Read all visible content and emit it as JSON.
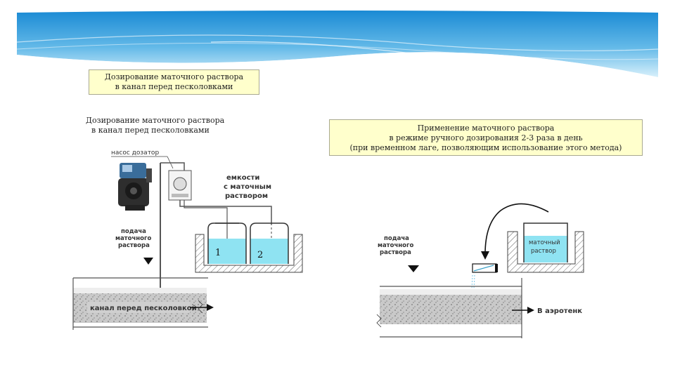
{
  "slide": {
    "colors": {
      "sky_top": "#1a8ad4",
      "sky_light": "#bfe3f6",
      "note_fill": "#ffffcc",
      "water": "#8fe3f2"
    },
    "boxed_title": [
      "Дозирование маточного раствора",
      "в канал перед песколовками"
    ],
    "left_title": [
      "Дозирование маточного раствора",
      "в канал перед песколовками"
    ],
    "right_title": [
      "Применение маточного раствора",
      "в режиме ручного дозирования 2-3 раза в день",
      "(при временном лаге, позволяющим использование этого метода)"
    ]
  },
  "left_diagram": {
    "pump_label": "насос дозатор",
    "tanks_label": [
      "емкости",
      "с маточным",
      "раствором"
    ],
    "feed_label": [
      "подача",
      "маточного",
      "раствора"
    ],
    "tank_numbers": [
      "1",
      "2"
    ],
    "channel_label": "канал перед песколовкой"
  },
  "right_diagram": {
    "feed_label": [
      "подача",
      "маточного",
      "раствора"
    ],
    "tank_label": [
      "маточный",
      "раствор"
    ],
    "outlet_label": "В аэротенк"
  }
}
